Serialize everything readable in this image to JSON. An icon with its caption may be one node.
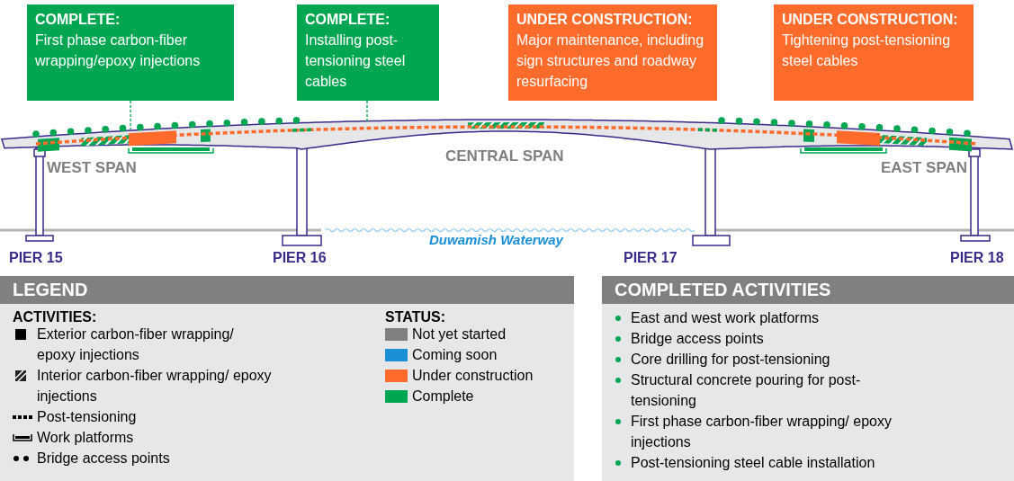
{
  "diagram": {
    "nodes": [
      {
        "text": [
          "COMPLETE:",
          "First phase carbon-fiber wrapping/epoxy injections"
        ]
      },
      {
        "text": [
          "COMPLETE:",
          "Installing post-tensioning steel cables"
        ]
      },
      {
        "text": [
          "UNDER CONSTRUCTION:",
          "Major maintenance, including sign structures and roadway resurfacing"
        ]
      },
      {
        "text": [
          "UNDER CONSTRUCTION:",
          "Tightening post-tensioning steel cables"
        ]
      }
    ],
    "edges": [
      {
        "from": 0,
        "to": null,
        "arrow": "none",
        "style": "dashed"
      },
      {
        "from": 1,
        "to": null,
        "arrow": "none",
        "style": "dashed"
      }
    ],
    "labels": [
      "WEST SPAN",
      "CENTRAL SPAN",
      "EAST SPAN",
      "PIER 15",
      "PIER 16",
      "Duwamish Waterway",
      "PIER 17",
      "PIER 18",
      "LEGEND",
      "COMPLETED ACTIVITIES",
      "ACTIVITIES:",
      "STATUS:",
      "East and west work platforms",
      "Bridge access points",
      "Core drilling for post-tensioning",
      "Structural concrete pouring for post-tensioning",
      "First phase carbon-fiber wrapping/ epoxy injections",
      "Post-tensioning steel cable installation"
    ],
    "legend": [
      {
        "text": "Exterior carbon-fiber wrapping/ epoxy injections"
      },
      {
        "text": "Interior carbon-fiber wrapping/ epoxy injections"
      },
      {
        "text": "Post-tensioning"
      },
      {
        "text": "Work platforms"
      },
      {
        "text": "Bridge access points"
      },
      {
        "text": "Not yet started",
        "color": "#808080"
      },
      {
        "text": "Coming soon",
        "color": "#1a8fd6"
      },
      {
        "text": "Under construction",
        "color": "#ff6b2b"
      },
      {
        "text": "Complete",
        "color": "#00a651"
      }
    ]
  }
}
